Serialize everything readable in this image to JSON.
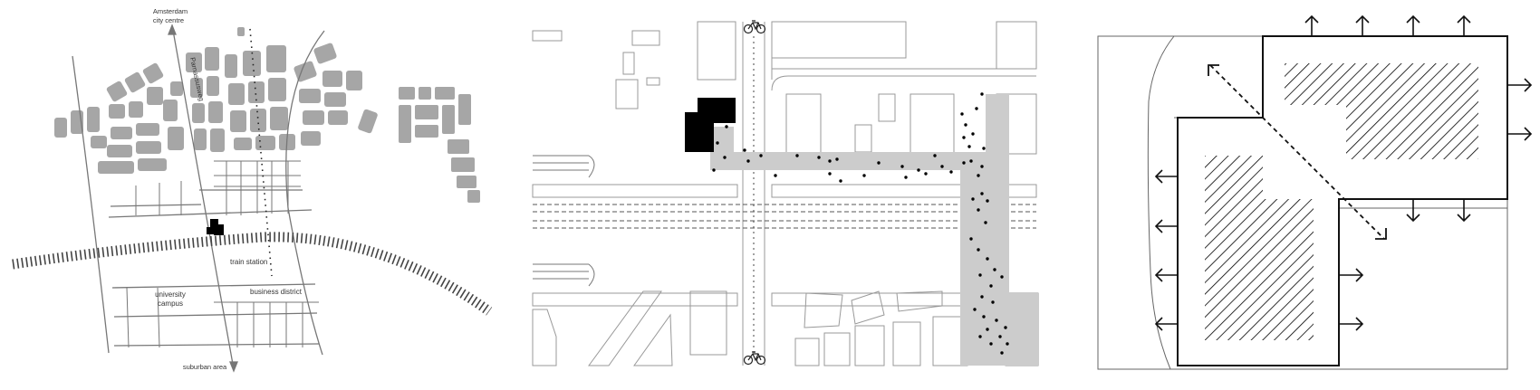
{
  "site_map": {
    "label_north_line1": "Amsterdam",
    "label_north_line2": "city centre",
    "label_street": "Parnassusweg",
    "label_train_station": "train station",
    "label_university_line1": "university",
    "label_university_line2": "campus",
    "label_business": "business district",
    "label_south": "suburban area"
  },
  "colors": {
    "block_fill": "#a6a6a6",
    "line": "#777777",
    "building": "#000000",
    "plaza_fill": "#cccccc"
  },
  "icons": [
    "bicycle-icon",
    "arrow-icon"
  ]
}
